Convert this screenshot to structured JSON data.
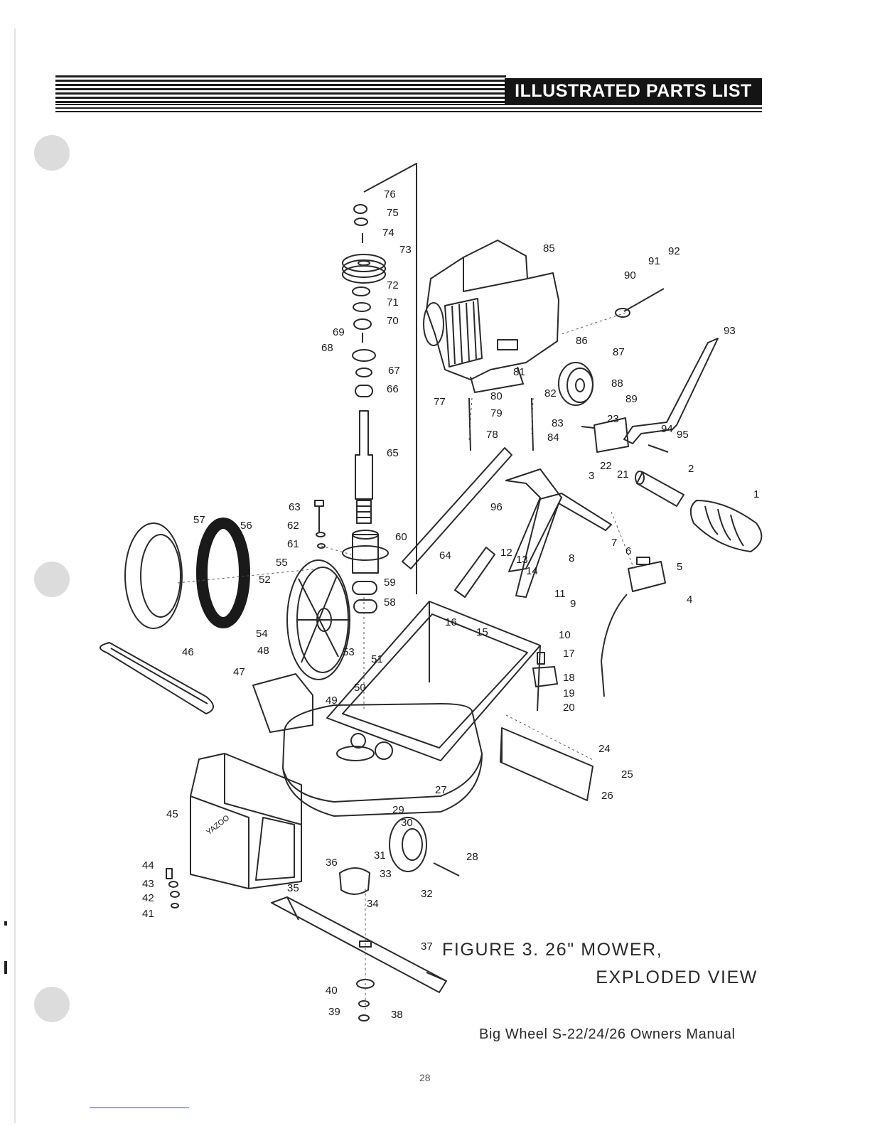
{
  "header": {
    "title": "ILLUSTRATED PARTS LIST"
  },
  "figure": {
    "caption_line1": "FIGURE 3. 26\" MOWER,",
    "caption_line2": "EXPLODED VIEW"
  },
  "callouts": [
    "1",
    "2",
    "3",
    "4",
    "5",
    "6",
    "7",
    "8",
    "9",
    "10",
    "11",
    "12",
    "13",
    "14",
    "15",
    "16",
    "17",
    "18",
    "19",
    "20",
    "21",
    "22",
    "23",
    "24",
    "25",
    "26",
    "27",
    "28",
    "29",
    "30",
    "31",
    "32",
    "33",
    "34",
    "35",
    "36",
    "37",
    "38",
    "39",
    "40",
    "41",
    "42",
    "43",
    "44",
    "45",
    "46",
    "47",
    "48",
    "49",
    "50",
    "51",
    "52",
    "53",
    "54",
    "55",
    "56",
    "57",
    "58",
    "59",
    "60",
    "61",
    "62",
    "63",
    "64",
    "65",
    "66",
    "67",
    "68",
    "69",
    "70",
    "71",
    "72",
    "73",
    "74",
    "75",
    "76",
    "77",
    "78",
    "79",
    "80",
    "81",
    "82",
    "83",
    "84",
    "85",
    "86",
    "87",
    "88",
    "89",
    "90",
    "91",
    "92",
    "93",
    "94",
    "95",
    "96"
  ],
  "decal_text": "YAZOO",
  "footer": {
    "manual_title": "Big Wheel S-22/24/26 Owners Manual",
    "page_number": "28"
  }
}
